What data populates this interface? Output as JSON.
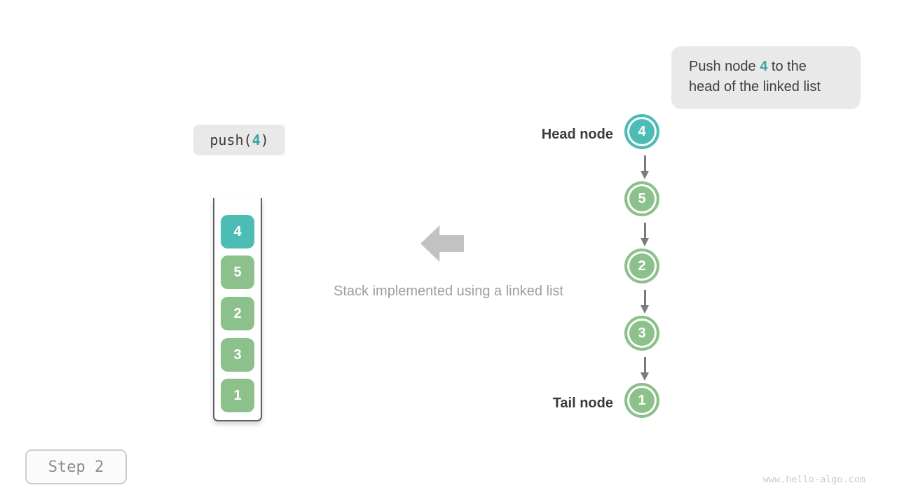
{
  "colors": {
    "teal": "#4dbcb4",
    "green": "#8cc18b",
    "teal_text": "#3aa79e"
  },
  "callout": {
    "line1_prefix": "Push node ",
    "line1_highlight": "4",
    "line1_suffix": " to the",
    "line2": "head of the linked list"
  },
  "push_label": {
    "prefix": "push(",
    "arg": "4",
    "suffix": ")"
  },
  "stack": {
    "items": [
      "4",
      "5",
      "2",
      "3",
      "1"
    ]
  },
  "list": {
    "head_label": "Head node",
    "tail_label": "Tail node",
    "nodes": [
      "4",
      "5",
      "2",
      "3",
      "1"
    ]
  },
  "caption": "Stack implemented using a linked list",
  "step": {
    "label": "Step 2"
  },
  "watermark": "www.hello-algo.com"
}
